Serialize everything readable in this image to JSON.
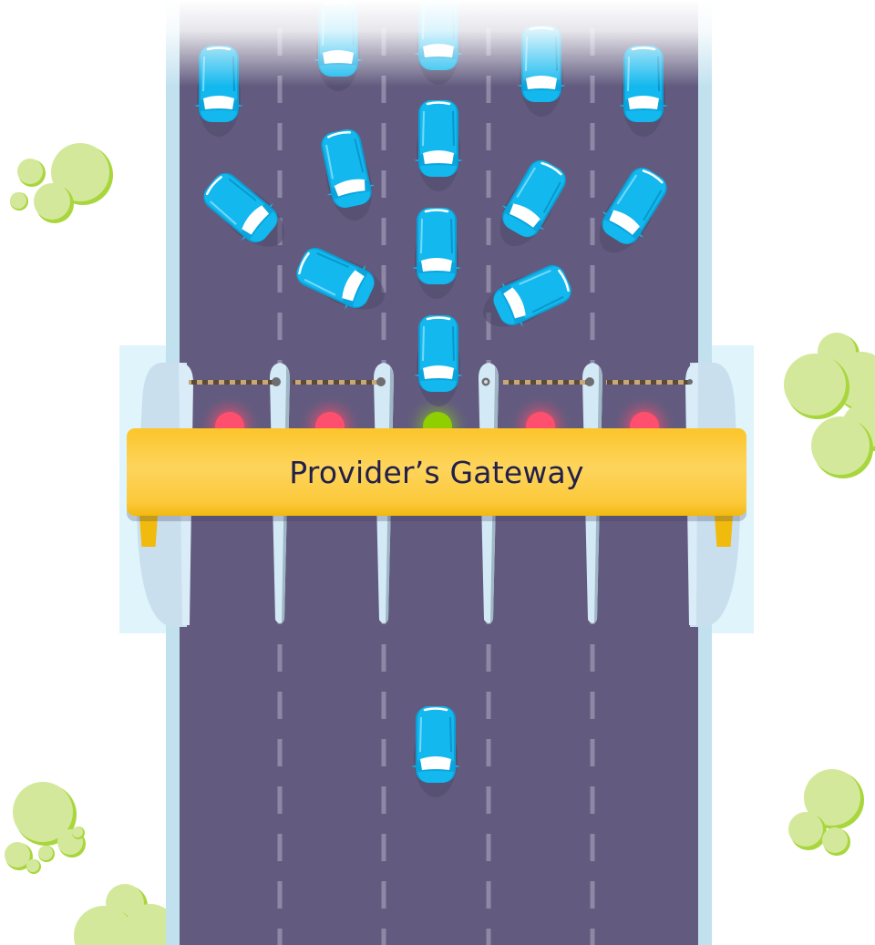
{
  "scene": {
    "title": "Provider's Gateway toll plaza illustration",
    "sign": {
      "label": "Provider’s Gateway"
    },
    "colors": {
      "road": "#625b7f",
      "road_border": "#c2e1ef",
      "lane_marking": "#8e88a6",
      "gateway_zone": "#dff5fb",
      "island": "#cfe6f3",
      "sign": "#fcc93a",
      "sign_text": "#22204a",
      "car": "#12b8ee",
      "light_red": "#ff4f6e",
      "light_green": "#8fcf00",
      "bush": "#d4e89c",
      "bush_shadow": "#a8d63c"
    },
    "lanes": [
      {
        "index": 1,
        "light": "red"
      },
      {
        "index": 2,
        "light": "red"
      },
      {
        "index": 3,
        "light": "green"
      },
      {
        "index": 4,
        "light": "red"
      },
      {
        "index": 5,
        "light": "red"
      }
    ]
  }
}
